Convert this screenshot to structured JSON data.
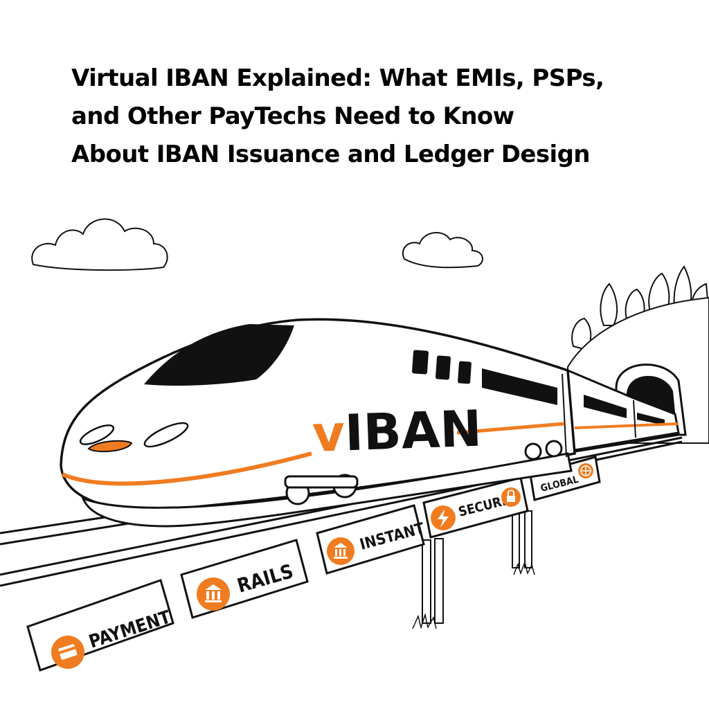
{
  "title": {
    "line1": "Virtual IBAN Explained: What EMIs, PSPs,",
    "line2": "and Other PayTechs Need to Know",
    "line3": "About IBAN Issuance and Ledger Design"
  },
  "train": {
    "logo_prefix": "v",
    "logo_main": "IBAN"
  },
  "sleepers": [
    {
      "label": "PAYMENT",
      "icon": "credit-card-icon"
    },
    {
      "label": "RAILS",
      "icon": "bank-icon"
    },
    {
      "label": "INSTANT",
      "icon": "bank-icon"
    },
    {
      "label": "SECURE",
      "icon": "lightning-icon"
    },
    {
      "label": "GLOBAL",
      "icon": "globe-icon"
    }
  ],
  "secure_badge_icon": "padlock-icon",
  "colors": {
    "accent": "#f07c21",
    "ink": "#111111",
    "window": "#111111"
  }
}
